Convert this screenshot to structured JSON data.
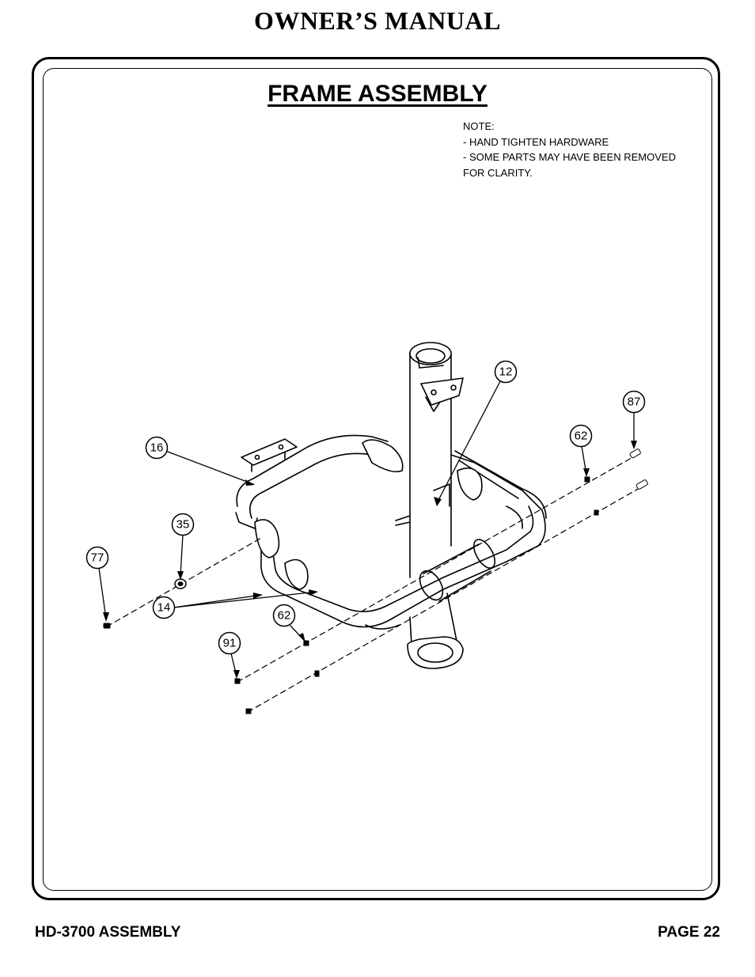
{
  "header": {
    "title": "OWNER’S MANUAL"
  },
  "section": {
    "title": "FRAME ASSEMBLY"
  },
  "note": {
    "lines": [
      "NOTE:",
      "- HAND TIGHTEN HARDWARE",
      "- SOME PARTS MAY HAVE BEEN REMOVED",
      "FOR CLARITY."
    ]
  },
  "callouts": [
    "12",
    "87",
    "62",
    "16",
    "35",
    "77",
    "14",
    "62",
    "91"
  ],
  "footer": {
    "left": "HD-3700 ASSEMBLY",
    "right": "PAGE 22"
  }
}
